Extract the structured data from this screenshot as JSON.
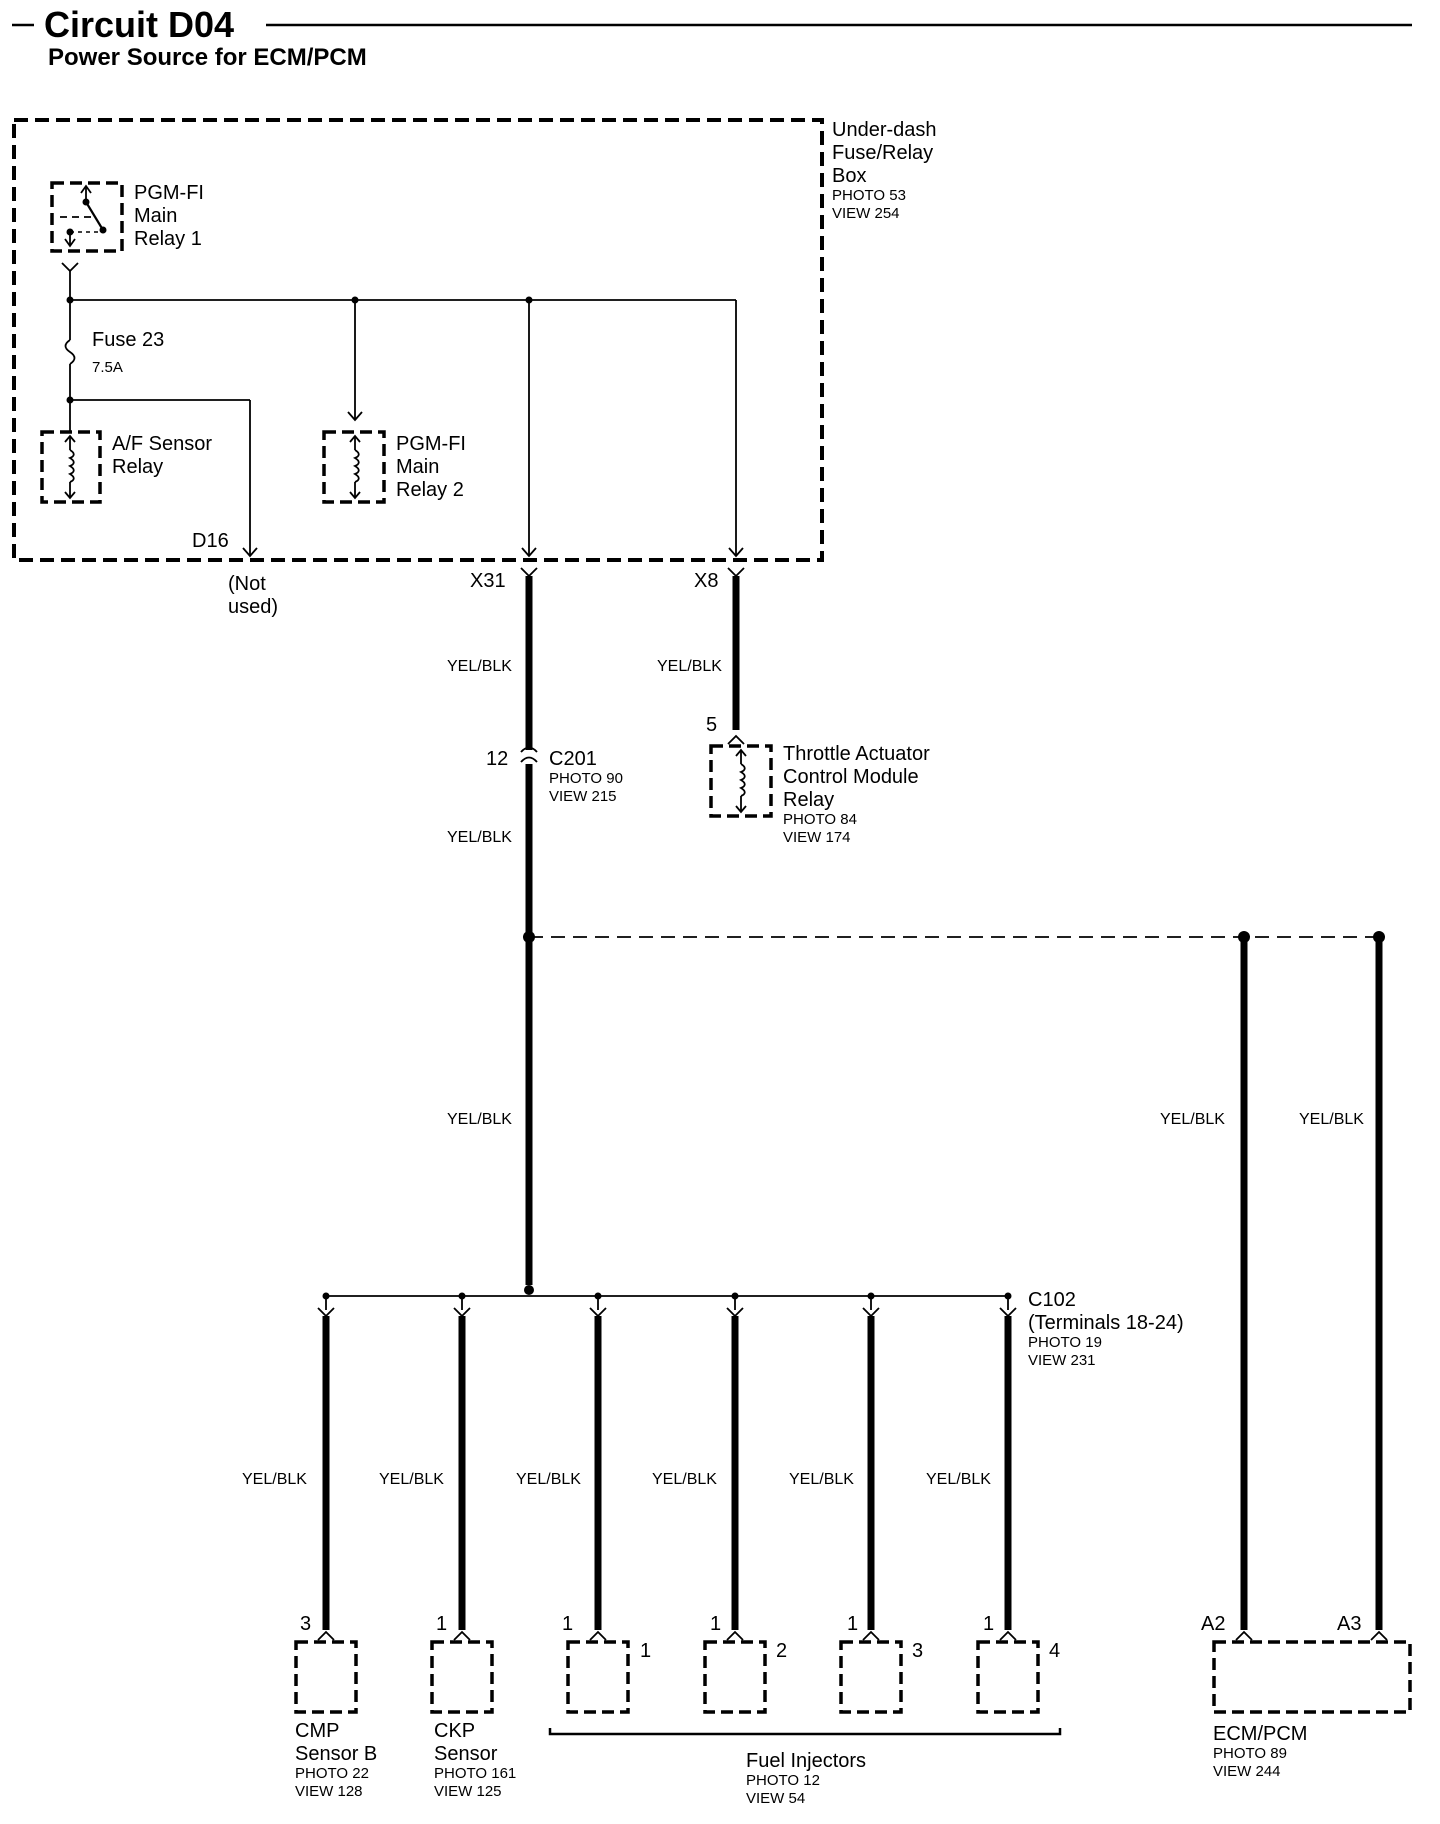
{
  "header": {
    "title": "Circuit D04",
    "subtitle": "Power Source for ECM/PCM"
  },
  "fuse_box": {
    "name_lines": [
      "Under-dash",
      "Fuse/Relay",
      "Box"
    ],
    "photo": "PHOTO 53",
    "view": "VIEW 254"
  },
  "relays": {
    "main1": [
      "PGM-FI",
      "Main",
      "Relay 1"
    ],
    "af": [
      "A/F Sensor",
      "Relay"
    ],
    "main2": [
      "PGM-FI",
      "Main",
      "Relay 2"
    ]
  },
  "fuse": {
    "name": "Fuse 23",
    "rating": "7.5A"
  },
  "terminals": {
    "d16": "D16",
    "not_used": [
      "(Not",
      "used)"
    ],
    "x31": "X31",
    "x8": "X8"
  },
  "wire_color": "YEL/BLK",
  "c201": {
    "pin": "12",
    "name": "C201",
    "photo": "PHOTO 90",
    "view": "VIEW 215"
  },
  "throttle_relay": {
    "pin": "5",
    "name_lines": [
      "Throttle Actuator",
      "Control Module",
      "Relay"
    ],
    "photo": "PHOTO 84",
    "view": "VIEW 174"
  },
  "c102": {
    "name": "C102",
    "terminals": "(Terminals 18-24)",
    "photo": "PHOTO 19",
    "view": "VIEW 231"
  },
  "cmp_sensor": {
    "pin": "3",
    "name_lines": [
      "CMP",
      "Sensor B"
    ],
    "photo": "PHOTO 22",
    "view": "VIEW 128"
  },
  "ckp_sensor": {
    "pin": "1",
    "name_lines": [
      "CKP",
      "Sensor"
    ],
    "photo": "PHOTO 161",
    "view": "VIEW 125"
  },
  "injectors": {
    "items": [
      {
        "pin": "1",
        "number": "1"
      },
      {
        "pin": "1",
        "number": "2"
      },
      {
        "pin": "1",
        "number": "3"
      },
      {
        "pin": "1",
        "number": "4"
      }
    ],
    "name": "Fuel Injectors",
    "photo": "PHOTO 12",
    "view": "VIEW 54"
  },
  "ecm": {
    "pin_a2": "A2",
    "pin_a3": "A3",
    "name": "ECM/PCM",
    "photo": "PHOTO 89",
    "view": "VIEW 244"
  }
}
